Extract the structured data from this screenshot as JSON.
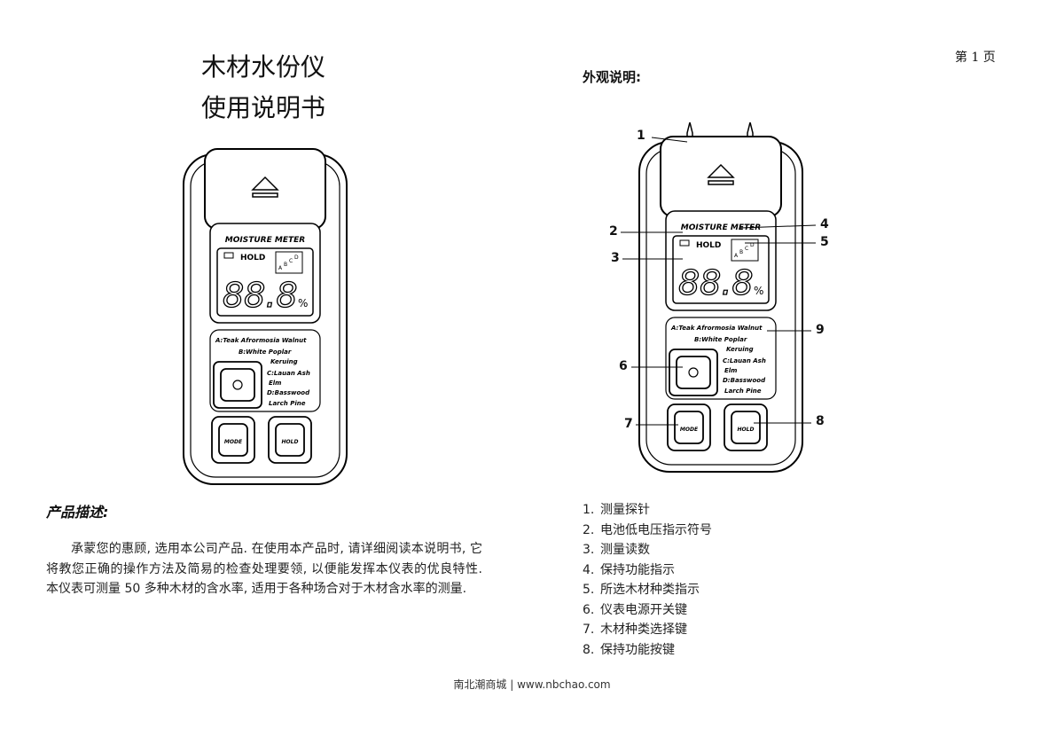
{
  "page_number": "第 1 页",
  "title": {
    "line1": "木材水份仪",
    "line2": "使用说明书"
  },
  "description": {
    "heading": "产品描述:",
    "text": "承蒙您的惠顾, 选用本公司产品. 在使用本产品时, 请详细阅读本说明书, 它将教您正确的操作方法及简易的检查处理要领, 以便能发挥本仪表的优良特性. 本仪表可测量 50 多种木材的含水率, 适用于各种场合对于木材含水率的测量."
  },
  "appearance": {
    "heading": "外观说明:",
    "callouts": [
      "1",
      "2",
      "3",
      "4",
      "5",
      "6",
      "7",
      "8",
      "9"
    ],
    "items": [
      {
        "n": "1.",
        "t": "测量探针"
      },
      {
        "n": "2.",
        "t": "电池低电压指示符号"
      },
      {
        "n": "3.",
        "t": "测量读数"
      },
      {
        "n": "4.",
        "t": "保持功能指示"
      },
      {
        "n": "5.",
        "t": "所选木材种类指示"
      },
      {
        "n": "6.",
        "t": "仪表电源开关键"
      },
      {
        "n": "7.",
        "t": "木材种类选择键"
      },
      {
        "n": "8.",
        "t": "保持功能按键"
      }
    ]
  },
  "device": {
    "brand": "MOISTURE METER",
    "hold": "HOLD",
    "digits": "88.8",
    "percent": "%",
    "abcd": [
      "A",
      "B",
      "C",
      "D"
    ],
    "woods": [
      "A:Teak Afrormosia Walnut",
      "B:White Poplar",
      "Keruing",
      "C:Lauan Ash",
      "Elm",
      "D:Basswood",
      "Larch Pine"
    ],
    "mode_btn": "MODE",
    "hold_btn": "HOLD"
  },
  "footer": "南北潮商城 | www.nbchao.com"
}
